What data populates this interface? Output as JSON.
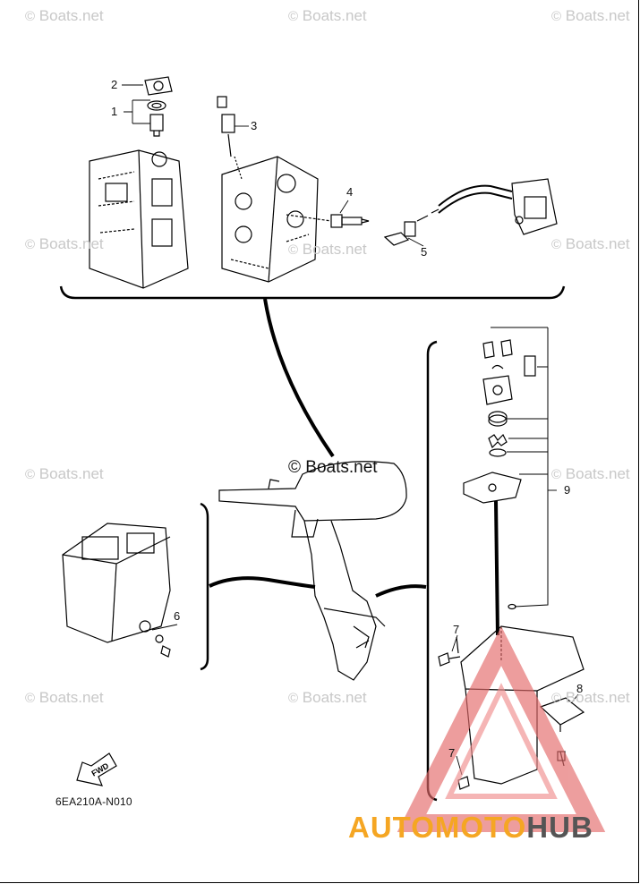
{
  "watermarks": [
    "Boats.net",
    "Boats.net",
    "Boats.net",
    "Boats.net",
    "Boats.net",
    "Boats.net",
    "Boats.net",
    "Boats.net",
    "Boats.net",
    "Boats.net",
    "Boats.net"
  ],
  "cowling_text": "Boats.net",
  "callouts": {
    "1": "1",
    "2": "2",
    "3": "3",
    "4": "4",
    "5": "5",
    "6": "6",
    "7": "7",
    "7b": "7",
    "8": "8",
    "9": "9"
  },
  "diagram_code": "6EA210A-N010",
  "fwd_label": "FWD",
  "brand": {
    "part1": "AUTOMOTO",
    "part2": "HUB"
  },
  "colors": {
    "brand_orange": "#f5a623",
    "brand_gray": "#555555",
    "logo_red": "#e46a6a",
    "watermark": "#c8c8c8"
  }
}
